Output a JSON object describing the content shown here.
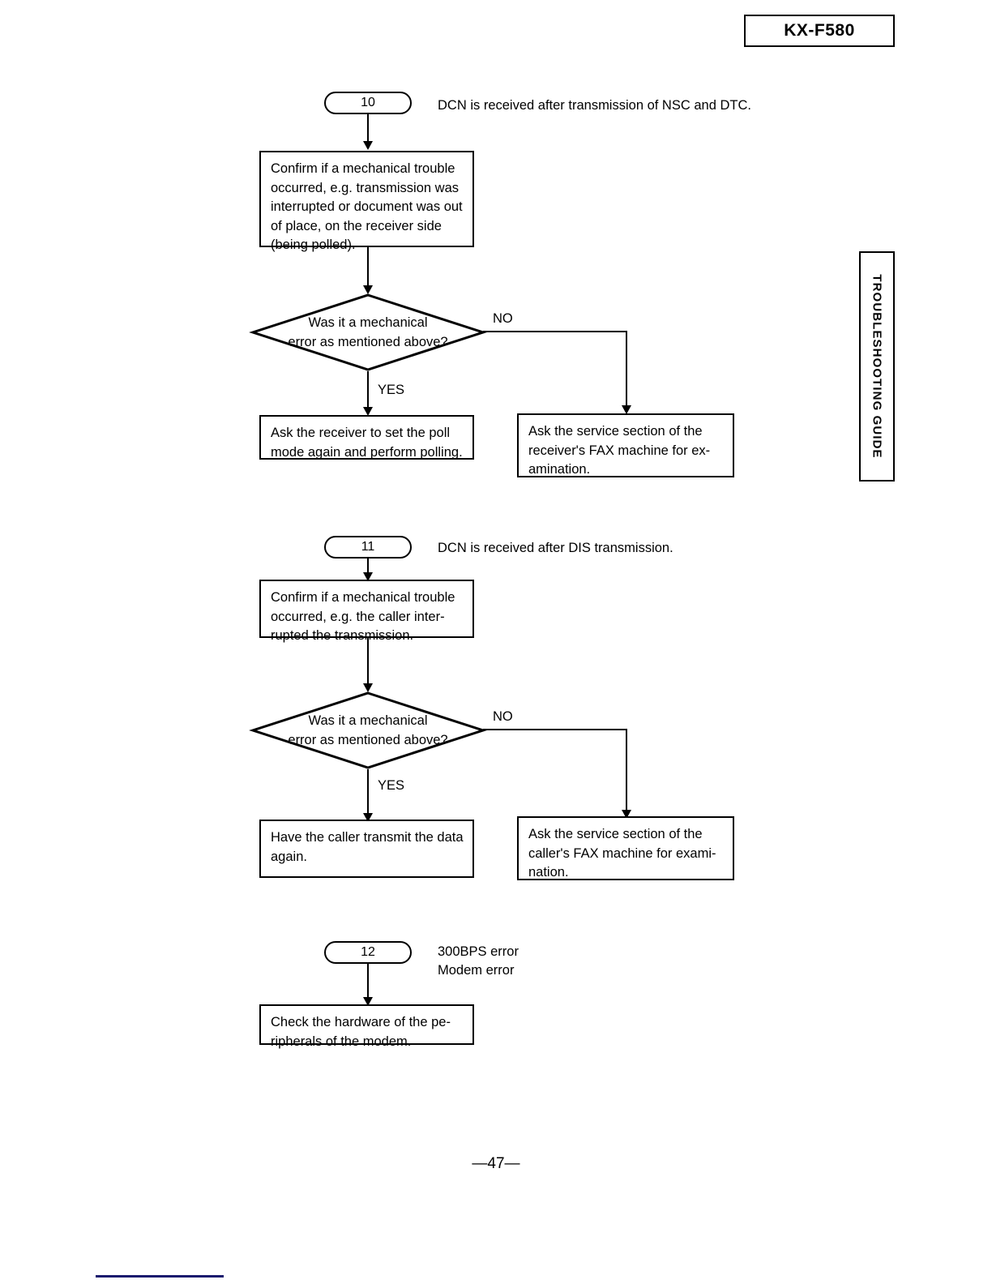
{
  "header": {
    "model": "KX-F580"
  },
  "side_tab": {
    "label": "TROUBLESHOOTING GUIDE"
  },
  "footer": {
    "page_number": "—47—"
  },
  "sections": [
    {
      "id": "10",
      "caption": "DCN is received after transmission of NSC and DTC.",
      "process": "Confirm if a mechanical trouble\noccurred, e.g. transmission was\ninterrupted or document was out\nof place, on the receiver side\n(being polled).",
      "decision": "Was it a mechanical\nerror as mentioned above?",
      "yes_label": "YES",
      "no_label": "NO",
      "yes_result": "Ask the receiver to set the poll\nmode again and perform polling.",
      "no_result": "Ask the service section of the\nreceiver's FAX machine for ex-\namination."
    },
    {
      "id": "11",
      "caption": "DCN is received after DIS transmission.",
      "process": "Confirm if a mechanical trouble\noccurred, e.g. the caller inter-\nrupted the transmission.",
      "decision": "Was it a mechanical\nerror as mentioned above?",
      "yes_label": "YES",
      "no_label": "NO",
      "yes_result": "Have the caller transmit the data\nagain.",
      "no_result": "Ask the service section of the\ncaller's FAX machine for exami-\nnation."
    },
    {
      "id": "12",
      "caption": "300BPS error\nModem error",
      "process": "Check the hardware of the pe-\nripherals of the modem."
    }
  ]
}
